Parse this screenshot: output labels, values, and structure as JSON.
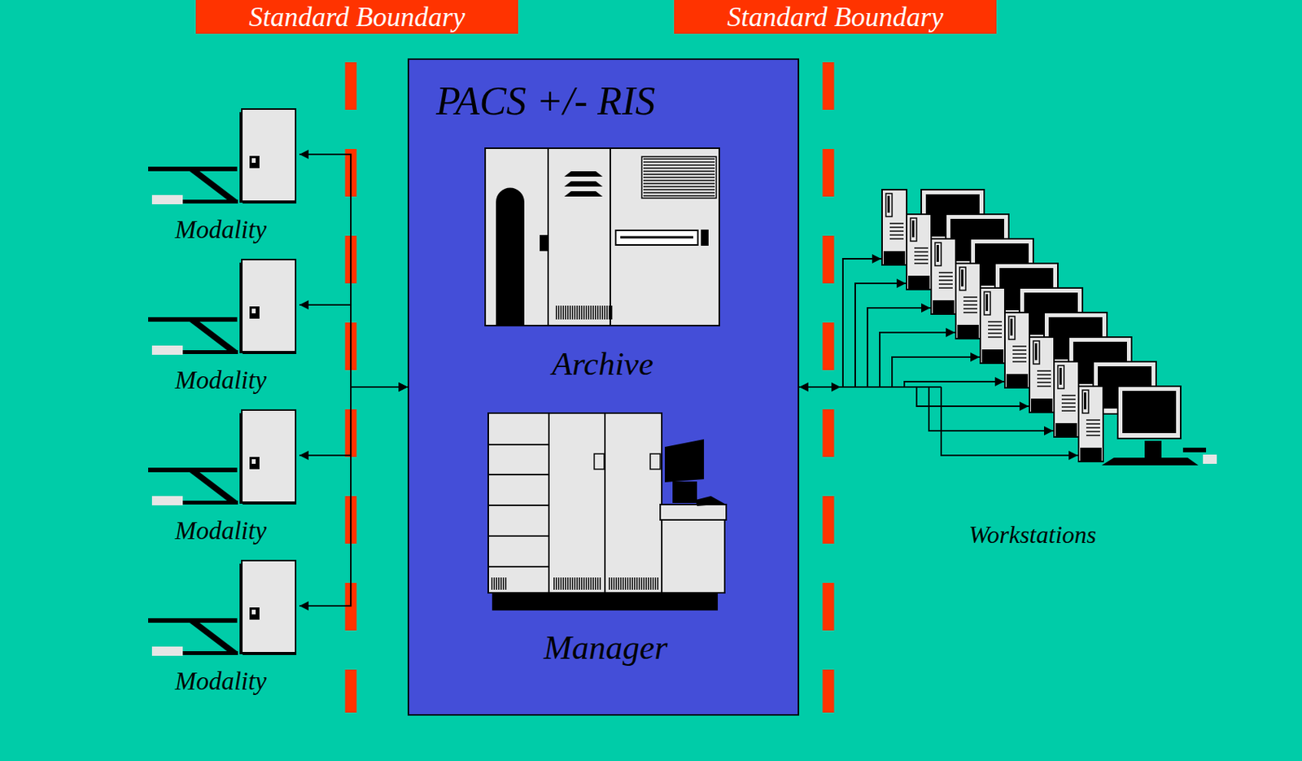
{
  "diagram": {
    "nodes": [
      {
        "text": [
          "Standard Boundary"
        ]
      },
      {
        "text": [
          "Standard Boundary"
        ]
      },
      {
        "text": [
          "PACS +/- RIS"
        ]
      },
      {
        "text": [
          "Archive"
        ],
        "in": 2
      },
      {
        "text": [
          "Manager"
        ],
        "in": 2
      },
      {
        "text": [
          "Modality"
        ]
      },
      {
        "text": [
          "Modality"
        ]
      },
      {
        "text": [
          "Modality"
        ]
      },
      {
        "text": [
          "Modality"
        ]
      },
      {
        "text": [
          "Workstations"
        ]
      }
    ],
    "edges": [
      {
        "from": 5,
        "to": 2,
        "arrow": "both"
      },
      {
        "from": 6,
        "to": 2,
        "arrow": "both"
      },
      {
        "from": 7,
        "to": 2,
        "arrow": "both"
      },
      {
        "from": 8,
        "to": 2,
        "arrow": "both"
      },
      {
        "from": 2,
        "to": 9,
        "arrow": "both"
      }
    ]
  }
}
